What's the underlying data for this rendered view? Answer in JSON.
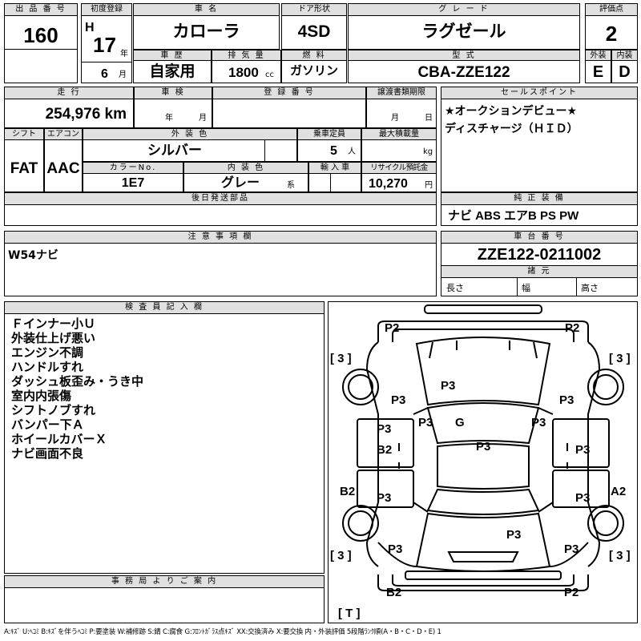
{
  "header_labels": {
    "lot_no": "出 品 番 号",
    "first_reg": "初度登録",
    "car_name": "車 名",
    "door": "ドア形状",
    "grade": "グ レ ー ド",
    "score": "評価点",
    "history": "車 歴",
    "displacement": "排 気 量",
    "fuel": "燃 料",
    "model": "型 式",
    "ext": "外装",
    "int": "内装"
  },
  "lot": {
    "number": "160"
  },
  "first_registration": {
    "era": "H",
    "year": "17",
    "year_unit": "年",
    "month": "6",
    "month_unit": "月"
  },
  "car": {
    "name": "カローラ",
    "door": "4SD",
    "grade": "ラグゼール",
    "history": "自家用",
    "displacement": "1800",
    "displacement_unit": "cc",
    "fuel": "ガソリン",
    "model": "CBA-ZZE122"
  },
  "scores": {
    "overall": "2",
    "exterior": "E",
    "interior": "D"
  },
  "row2_labels": {
    "mileage": "走 行",
    "inspection": "車 検",
    "registration": "登 録 番 号",
    "transfer": "譲渡書類期限",
    "sales_point": "セールスポイント",
    "shift": "シフト",
    "aircon": "エアコン",
    "exterior_color": "外 装 色",
    "capacity": "乗車定員",
    "load": "最大積載量",
    "color_no": "カラーNo.",
    "interior_color": "内 装 色",
    "import": "輸 入 車",
    "recycle": "リサイクル預託金",
    "later_parts": "後日発送部品",
    "genuine": "純 正 装 備"
  },
  "details": {
    "mileage": "254,976 km",
    "inspection_year_unit": "年",
    "inspection_month_unit": "月",
    "transfer_month_unit": "月",
    "transfer_day_unit": "日",
    "shift": "FAT",
    "aircon": "AAC",
    "exterior_color": "シルバー",
    "capacity": "5",
    "capacity_unit": "人",
    "load_unit": "kg",
    "color_no": "1E7",
    "interior_color": "グレー",
    "interior_color_suffix": "系",
    "recycle_fee": "10,270",
    "recycle_unit": "円"
  },
  "sales_points": [
    "★オークションデビュー★",
    "ディスチャージ（ＨＩＤ）"
  ],
  "genuine_equipment": "ナビ ABS エアB PS PW",
  "notes": {
    "label": "注 意 事 項 欄",
    "text": "W54ナビ"
  },
  "chassis": {
    "label": "車 台 番 号",
    "number": "ZZE122-0211002",
    "spec_label": "諸 元",
    "length": "長さ",
    "width": "幅",
    "height": "高さ"
  },
  "inspector": {
    "label": "検 査 員 記 入 欄",
    "remarks": [
      "Ｆインナー小Ｕ",
      "外装仕上げ悪い",
      "エンジン不調",
      "ハンドルすれ",
      "ダッシュ板歪み・うき中",
      "室内内張傷",
      "シフトノブすれ",
      "バンパー下Ａ",
      "ホイールカバーＸ",
      "ナビ画面不良"
    ]
  },
  "office": {
    "label": "事 務 局 よ り ご 案 内"
  },
  "diagram_marks": {
    "front_left": "P2",
    "front_right": "P2",
    "tire_fl": "[ 3 ]",
    "tire_fr": "[ 3 ]",
    "hood": "P3",
    "fender_left": "P3",
    "fender_right": "P3",
    "a_pillar_left": "P3",
    "a_pillar_right": "P3",
    "glass": "G",
    "front_door_left": "P3",
    "front_door_left_2": "B2",
    "roof": "P3",
    "front_door_right": "P3",
    "rear_door_left_b": "B2",
    "rear_door_left": "P3",
    "rear_door_right": "A2",
    "rear_door_right_p": "P3",
    "trunk": "P3",
    "quarter_left": "P3",
    "quarter_right": "P3",
    "tire_rl": "[ 3 ]",
    "tire_rr": "[ 3 ]",
    "rear_left": "B2",
    "rear_right": "P2",
    "spare": "[ T ]"
  },
  "legend": "A:ｷｽﾞ U:ﾍｺﾐ B:ｷｽﾞを伴うﾍｺﾐ P:要塗装 W:補修跡 S:錆 C:腐食 G:ﾌﾛﾝﾄｶﾞﾗｽ点ｷｽﾞ XX:交換済み X:要交換 内・外装評価 5段階ﾗﾝｸ順(A・B・C・D・E) 1"
}
